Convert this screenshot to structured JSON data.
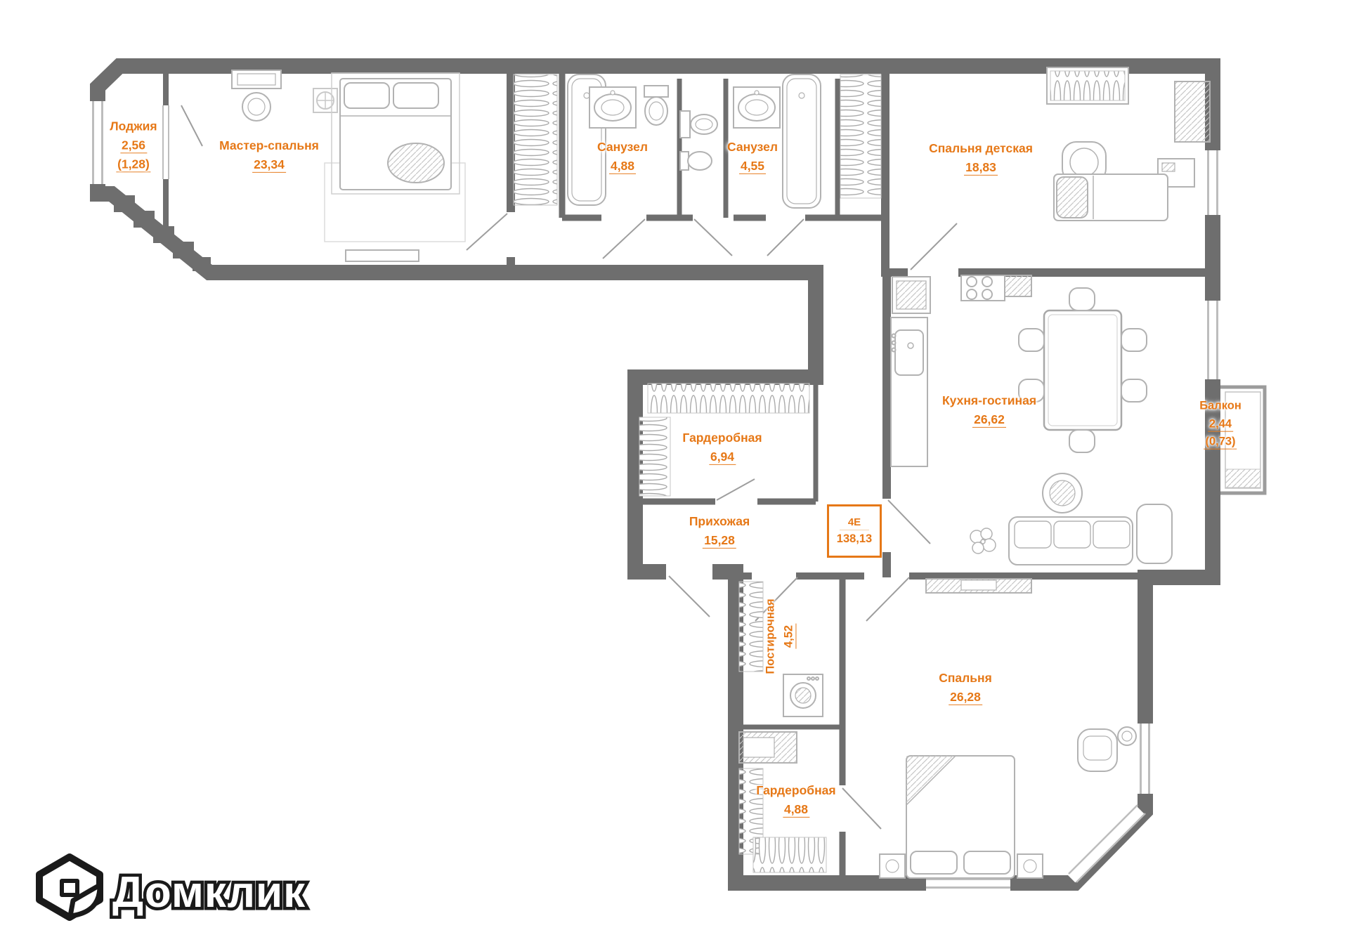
{
  "plan": {
    "type_badge": {
      "label": "4Е",
      "total_area": "138,13"
    },
    "rooms": [
      {
        "id": "loggia",
        "name": "Лоджия",
        "area": "2,56",
        "area_secondary": "(1,28)"
      },
      {
        "id": "master",
        "name": "Мастер-спальня",
        "area": "23,34"
      },
      {
        "id": "bath1",
        "name": "Санузел",
        "area": "4,88"
      },
      {
        "id": "bath2",
        "name": "Санузел",
        "area": "4,55"
      },
      {
        "id": "kids",
        "name": "Спальня детская",
        "area": "18,83"
      },
      {
        "id": "kitchen",
        "name": "Кухня-гостиная",
        "area": "26,62"
      },
      {
        "id": "balcony",
        "name": "Балкон",
        "area": "2,44",
        "area_secondary": "(0,73)"
      },
      {
        "id": "wardrobe1",
        "name": "Гардеробная",
        "area": "6,94"
      },
      {
        "id": "hall",
        "name": "Прихожая",
        "area": "15,28"
      },
      {
        "id": "laundry",
        "name": "Постирочная",
        "area": "4,52"
      },
      {
        "id": "bedroom",
        "name": "Спальня",
        "area": "26,28"
      },
      {
        "id": "wardrobe2",
        "name": "Гардеробная",
        "area": "4,88"
      }
    ],
    "logo": {
      "brand": "Домклик"
    },
    "colors": {
      "accent": "#E67817",
      "walls": "#6E6E6E",
      "furniture": "#B5B5B5",
      "glazing": "#C9C9C9"
    }
  }
}
